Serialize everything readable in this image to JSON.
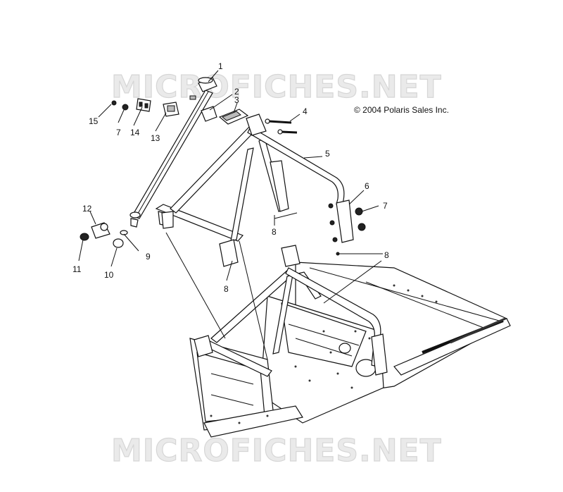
{
  "watermark": {
    "text": "MICROFICHES.NET"
  },
  "copyright": "© 2004 Polaris Sales Inc.",
  "callouts": {
    "c1": "1",
    "c2": "2",
    "c3": "3",
    "c4": "4",
    "c5": "5",
    "c6": "6",
    "c7a": "7",
    "c7b": "7",
    "c8a": "8",
    "c8b": "8",
    "c8c": "8",
    "c9": "9",
    "c10": "10",
    "c11": "11",
    "c12": "12",
    "c13": "13",
    "c14": "14",
    "c15": "15"
  }
}
